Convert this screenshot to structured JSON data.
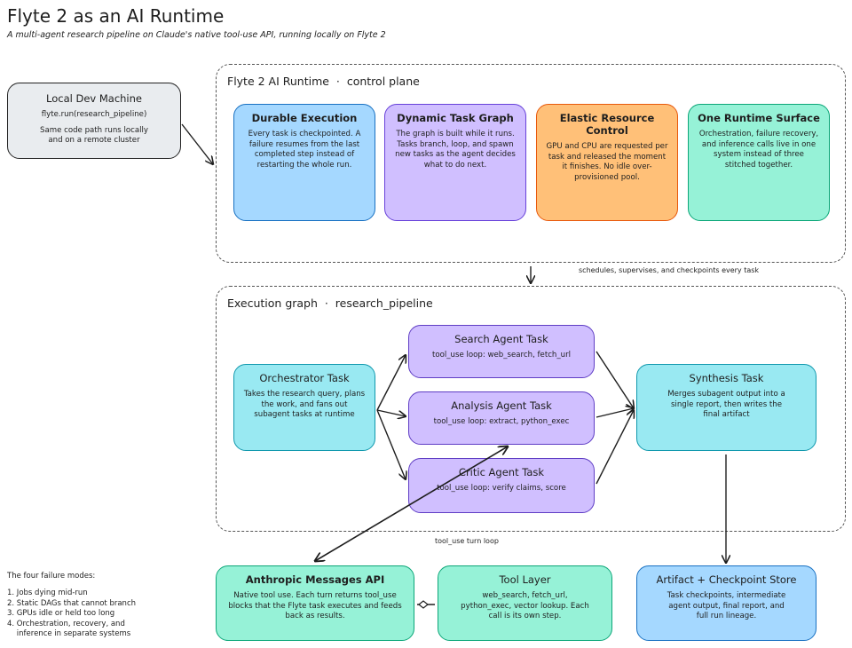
{
  "title": "Flyte 2 as an AI Runtime",
  "subtitle": "A multi-agent research pipeline on Claude's native tool-use API, running locally on Flyte 2",
  "local_dev": {
    "title": "Local Dev Machine",
    "code": "flyte.run(research_pipeline)",
    "body": "Same code path runs locally and on a remote cluster"
  },
  "control_plane": {
    "label": "Flyte 2 AI Runtime  ·  control plane",
    "cards": [
      {
        "title": "Durable Execution",
        "body": "Every task is checkpointed. A failure resumes from the last completed step instead of restarting the whole run."
      },
      {
        "title": "Dynamic Task Graph",
        "body": "The graph is built while it runs. Tasks branch, loop, and spawn new tasks as the agent decides what to do next."
      },
      {
        "title": "Elastic Resource Control",
        "body": "GPU and CPU are requested per task and released the moment it finishes. No idle over-provisioned pool."
      },
      {
        "title": "One Runtime Surface",
        "body": "Orchestration, failure recovery, and inference calls live in one system instead of three stitched together."
      }
    ]
  },
  "schedule_note": "schedules, supervises, and checkpoints every task",
  "execution": {
    "label": "Execution graph  ·  research_pipeline",
    "orchestrator": {
      "title": "Orchestrator Task",
      "body": "Takes the research query, plans the work, and fans out subagent tasks at runtime"
    },
    "agents": [
      {
        "title": "Search Agent Task",
        "body": "tool_use loop: web_search, fetch_url"
      },
      {
        "title": "Analysis Agent Task",
        "body": "tool_use loop: extract, python_exec"
      },
      {
        "title": "Critic Agent Task",
        "body": "tool_use loop: verify claims, score"
      }
    ],
    "synthesis": {
      "title": "Synthesis Task",
      "body": "Merges subagent output into a single report, then writes the final artifact"
    }
  },
  "loop_note": "tool_use turn loop",
  "bottom": {
    "api": {
      "title": "Anthropic Messages API",
      "body": "Native tool use. Each turn returns tool_use blocks that the Flyte task executes and feeds back as results."
    },
    "tool": {
      "title": "Tool Layer",
      "body": "web_search, fetch_url, python_exec, vector lookup. Each call is its own step."
    },
    "store": {
      "title": "Artifact + Checkpoint Store",
      "body": "Task checkpoints, intermediate agent output, final report, and full run lineage."
    }
  },
  "legend": {
    "title": "The four failure modes:",
    "items": [
      "1. Jobs dying mid-run",
      "2. Static DAGs that cannot branch",
      "3. GPUs idle or held too long",
      "4. Orchestration, recovery, and",
      "    inference in separate systems"
    ]
  }
}
